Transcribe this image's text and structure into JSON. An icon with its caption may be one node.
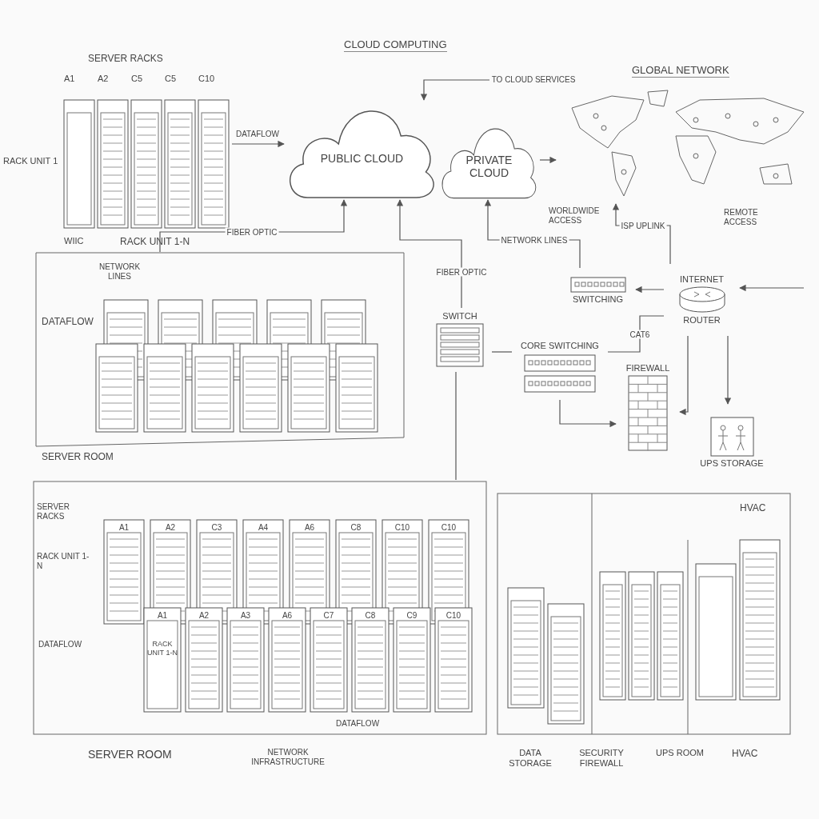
{
  "diagram": {
    "nodes": [
      {
        "text": [],
        "shape": "picture",
        "beside": [
          "SERVER RACKS"
        ]
      },
      {
        "text": [
          "PUBLIC CLOUD"
        ]
      },
      {
        "text": [
          "PRIVATE CLOUD"
        ]
      },
      {
        "text": [
          "TO CLOUD SERVICES"
        ]
      },
      {
        "text": [],
        "shape": "picture",
        "beside": [
          "GLOBAL NETWORK"
        ]
      },
      {
        "text": [],
        "shape": "picture",
        "beside": [
          "SERVER ROOM"
        ]
      },
      {
        "text": [
          "SWITCH"
        ]
      },
      {
        "text": [
          "CORE SWITCHING"
        ]
      },
      {
        "text": [
          "SWITCHING"
        ]
      },
      {
        "text": [
          "ROUTER"
        ],
        "beside": [
          "INTERNET"
        ]
      },
      {
        "text": [
          "FIREWALL"
        ]
      },
      {
        "text": [
          "UPS STORAGE"
        ]
      },
      {
        "text": [],
        "shape": "picture",
        "beside": [
          "SERVER ROOM"
        ]
      },
      {
        "text": [],
        "shape": "picture"
      }
    ],
    "edges": [
      {
        "from": 0,
        "to": 1,
        "arrow": "to",
        "label": "DATAFLOW"
      },
      {
        "from": 3,
        "to": 1,
        "arrow": "to"
      },
      {
        "from": 2,
        "to": 4,
        "arrow": "to"
      },
      {
        "from": 5,
        "to": 1,
        "arrow": "to",
        "label": "FIBER OPTIC"
      },
      {
        "from": 6,
        "to": 1,
        "arrow": "to",
        "label": "FIBER OPTIC"
      },
      {
        "from": 8,
        "to": 2,
        "arrow": "to",
        "label": "NETWORK LINES"
      },
      {
        "from": 9,
        "to": 4,
        "arrow": "to",
        "label": "ISP UPLINK"
      },
      {
        "from": 9,
        "to": 8,
        "arrow": "to"
      },
      {
        "from": null,
        "to": 9,
        "arrow": "to"
      },
      {
        "from": 6,
        "to": 7,
        "arrow": "none"
      },
      {
        "from": 7,
        "to": 9,
        "arrow": "none",
        "label": "CAT6"
      },
      {
        "from": 7,
        "to": 10,
        "arrow": "to"
      },
      {
        "from": 9,
        "to": 11,
        "arrow": "to"
      },
      {
        "from": 9,
        "to": 10,
        "arrow": "to"
      },
      {
        "from": 6,
        "to": 12,
        "arrow": "none"
      }
    ],
    "labels": [
      "CLOUD COMPUTING",
      "A1",
      "A2",
      "C5",
      "C5",
      "C10",
      "RACK UNIT 1",
      "WORLDWIDE ACCESS",
      "REMOTE ACCESS",
      "WIIC",
      "RACK UNIT 1-N",
      "NETWORK LINES",
      "DATAFLOW",
      "SERVER RACKS",
      "HVAC",
      "A1",
      "A2",
      "C3",
      "A4",
      "A6",
      "C8",
      "C10",
      "C10",
      "RACK UNIT 1-N",
      "A1",
      "A2",
      "A3",
      "A6",
      "C7",
      "C8",
      "C9",
      "C10",
      "DATAFLOW",
      "RACK UNIT 1-N",
      "DATAFLOW",
      "NETWORK INFRASTRUCTURE",
      "DATA STORAGE",
      "SECURITY FIREWALL",
      "UPS ROOM",
      "HVAC"
    ]
  }
}
